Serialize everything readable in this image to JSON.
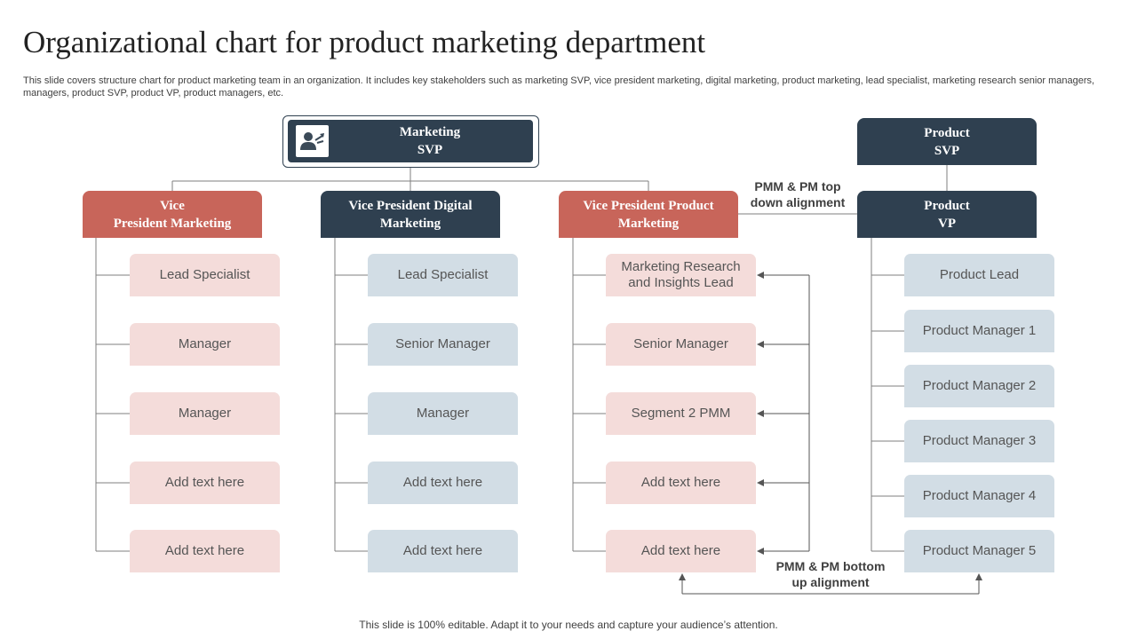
{
  "title": "Organizational chart for product marketing department",
  "subtitle": "This slide covers structure chart for product marketing team in an organization. It includes key stakeholders such as marketing SVP, vice president marketing, digital marketing, product marketing, lead specialist, marketing research senior managers, managers, product SVP,  product VP,  product managers, etc.",
  "marketing_svp": {
    "label": "Marketing\nSVP",
    "icon": "presenter-icon"
  },
  "product_svp": {
    "label": "Product\nSVP"
  },
  "columns": [
    {
      "head": "Vice\nPresident Marketing",
      "style": "red",
      "items": [
        "Lead Specialist",
        "Manager",
        "Manager",
        "Add text here",
        "Add text here"
      ]
    },
    {
      "head": "Vice President Digital\nMarketing",
      "style": "dark",
      "items": [
        "Lead Specialist",
        "Senior Manager",
        "Manager",
        "Add text here",
        "Add text here"
      ]
    },
    {
      "head": "Vice President Product\nMarketing",
      "style": "red",
      "items": [
        "Marketing Research\nand Insights Lead",
        "Senior Manager",
        "Segment 2 PMM",
        "Add text here",
        "Add text here"
      ]
    },
    {
      "head": "Product\nVP",
      "style": "dark",
      "items": [
        "Product Lead",
        "Product Manager  1",
        "Product Manager  2",
        "Product Manager  3",
        "Product Manager  4",
        "Product Manager  5"
      ]
    }
  ],
  "notes": {
    "top_alignment": "PMM & PM top\ndown alignment",
    "bottom_alignment": "PMM & PM bottom\nup alignment"
  },
  "footer": "This slide is 100% editable. Adapt it to your needs and capture your audience’s attention.",
  "colors": {
    "dark_head": "#2f4050",
    "red_head": "#c8655a",
    "pink_box": "#f4dcda",
    "blue_box": "#d2dde5"
  }
}
